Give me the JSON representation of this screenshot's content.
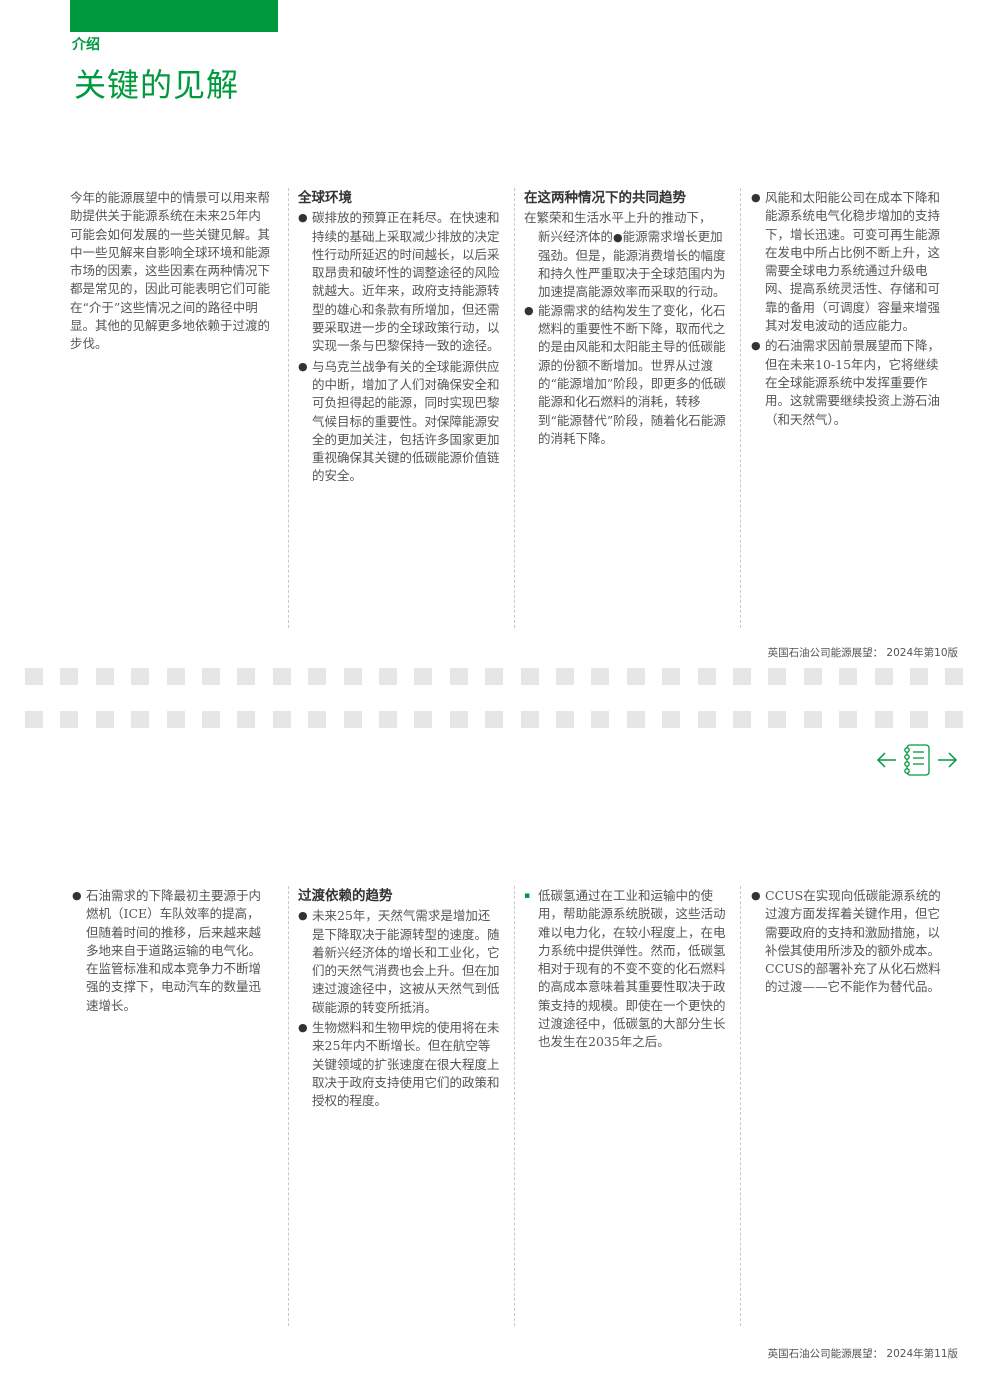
{
  "header": {
    "section": "介绍",
    "title": "关键的见解"
  },
  "page1": {
    "intro": "今年的能源展望中的情景可以用来帮助提供关于能源系统在未来25年内可能会如何发展的一些关键见解。其中一些见解来自影响全球环境和能源市场的因素，这些因素在两种情况下都是常见的，因此可能表明它们可能在“介于”这些情况之间的路径中明显。其他的见解更多地依赖于过渡的步伐。",
    "col2": {
      "heading": "全球环境",
      "bullets": [
        "碳排放的预算正在耗尽。在快速和持续的基础上采取减少排放的决定性行动所延迟的时间越长，以后采取昂贵和破坏性的调整途径的风险就越大。近年来，政府支持能源转型的雄心和条款有所增加，但还需要采取进一步的全球政策行动，以实现一条与巴黎保持一致的途径。",
        "与乌克兰战争有关的全球能源供应的中断，增加了人们对确保安全和可负担得起的能源，同时实现巴黎气候目标的重要性。对保障能源安全的更加关注，包括许多国家更加重视确保其关键的低碳能源价值链的安全。"
      ]
    },
    "col3": {
      "heading": "在这两种情况下的共同趋势",
      "intro_a": "在繁荣和生活水平上升的推动下，",
      "intro_b": "新兴经济体的",
      "intro_c": "能源需求增长更加强劲。但是，能源消费增长的幅度和持久性严重取决于全球范围内为加速提高能源效率而采取的行动。",
      "bullets": [
        "能源需求的结构发生了变化，化石燃料的重要性不断下降，取而代之的是由风能和太阳能主导的低碳能源的份额不断增加。世界从过渡的“能源增加”阶段，即更多的低碳能源和化石燃料的消耗，转移到“能源替代”阶段，随着化石能源的消耗下降。"
      ]
    },
    "col4": {
      "bullets": [
        "风能和太阳能公司在成本下降和能源系统电气化稳步增加的支持下，增长迅速。可变可再生能源在发电中所占比例不断上升，这需要全球电力系统通过升级电网、提高系统灵活性、存储和可靠的备用（可调度）容量来增强其对发电波动的适应能力。",
        "的石油需求因前景展望而下降，但在未来10-15年内，它将继续在全球能源系统中发挥重要作用。这就需要继续投资上游石油（和天然气）。"
      ]
    },
    "footer": "英国石油公司能源展望： 2024年第10版"
  },
  "page2": {
    "col1": {
      "bullets": [
        "石油需求的下降最初主要源于内燃机（ICE）车队效率的提高，但随着时间的推移，后来越来越多地来自于道路运输的电气化。在监管标准和成本竞争力不断增强的支撑下，电动汽车的数量迅速增长。"
      ]
    },
    "col2": {
      "heading": "过渡依赖的趋势",
      "bullets": [
        "未来25年，天然气需求是增加还是下降取决于能源转型的速度。随着新兴经济体的增长和工业化，它们的天然气消费也会上升。但在加速过渡途径中，这被从天然气到低碳能源的转变所抵消。",
        "生物燃料和生物甲烷的使用将在未来25年内不断增长。但在航空等关键领域的扩张速度在很大程度上取决于政府支持使用它们的政策和授权的程度。"
      ]
    },
    "col3": {
      "bullets": [
        "低碳氢通过在工业和运输中的使用，帮助能源系统脱碳，这些活动难以电力化，在较小程度上，在电力系统中提供弹性。然而，低碳氢相对于现有的不变不变的化石燃料的高成本意味着其重要性取决于政策支持的规模。即使在一个更快的过渡途径中，低碳氢的大部分生长也发生在2035年之后。"
      ]
    },
    "col4": {
      "bullets": [
        "CCUS在实现向低碳能源系统的过渡方面发挥着关键作用，但它需要政府的支持和激励措施，以补偿其使用所涉及的额外成本。CCUS的部署补充了从化石燃料的过渡——它不能作为替代品。"
      ]
    },
    "footer": "英国石油公司能源展望： 2024年第11版"
  },
  "nav": {
    "prev_icon": "arrow-left-icon",
    "contents_icon": "contents-list-icon",
    "next_icon": "arrow-right-icon"
  },
  "colors": {
    "brand_green": "#009a3e",
    "checker": "#e6e6e6"
  }
}
